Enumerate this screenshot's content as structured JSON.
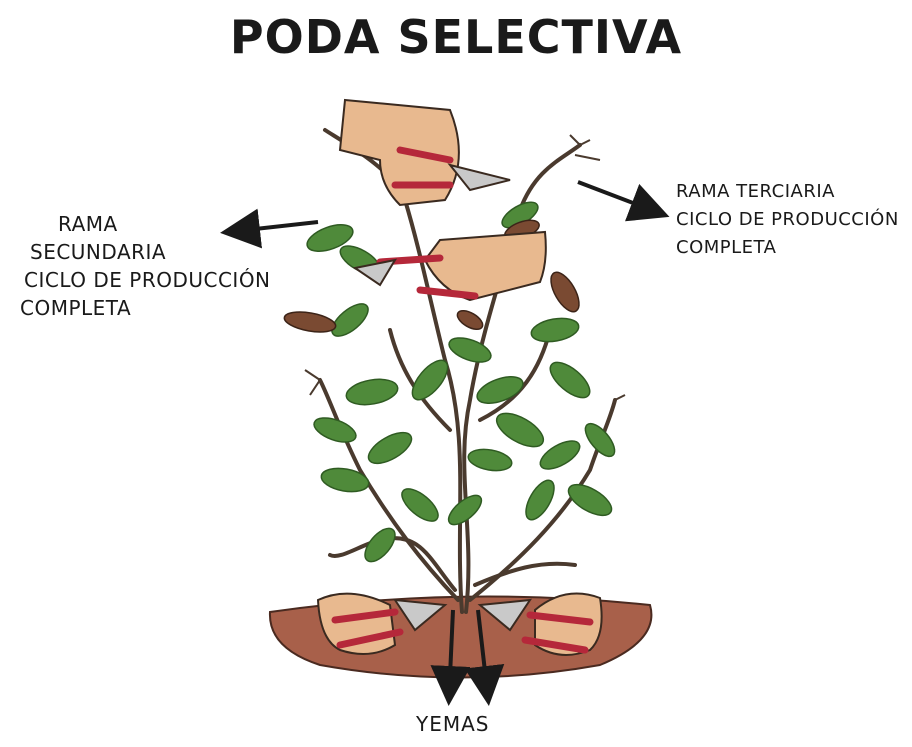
{
  "title": "PODA SELECTIVA",
  "left_label": {
    "line1": "RAMA",
    "line2": "SECUNDARIA",
    "line3": "CICLO DE PRODUCCIÓN",
    "line4": "COMPLETA"
  },
  "right_label": {
    "line1": "RAMA TERCIARIA",
    "line2": "CICLO DE PRODUCCIÓN",
    "line3": "COMPLETA"
  },
  "bottom_label": "YEMAS",
  "colors": {
    "leaf": "#4f8a3a",
    "leaf_dark": "#2f5b22",
    "dry_leaf": "#7a4a32",
    "branch": "#4a3a2e",
    "skin": "#e8b98f",
    "soil": "#a8604a",
    "tool_handle": "#b5283a"
  }
}
